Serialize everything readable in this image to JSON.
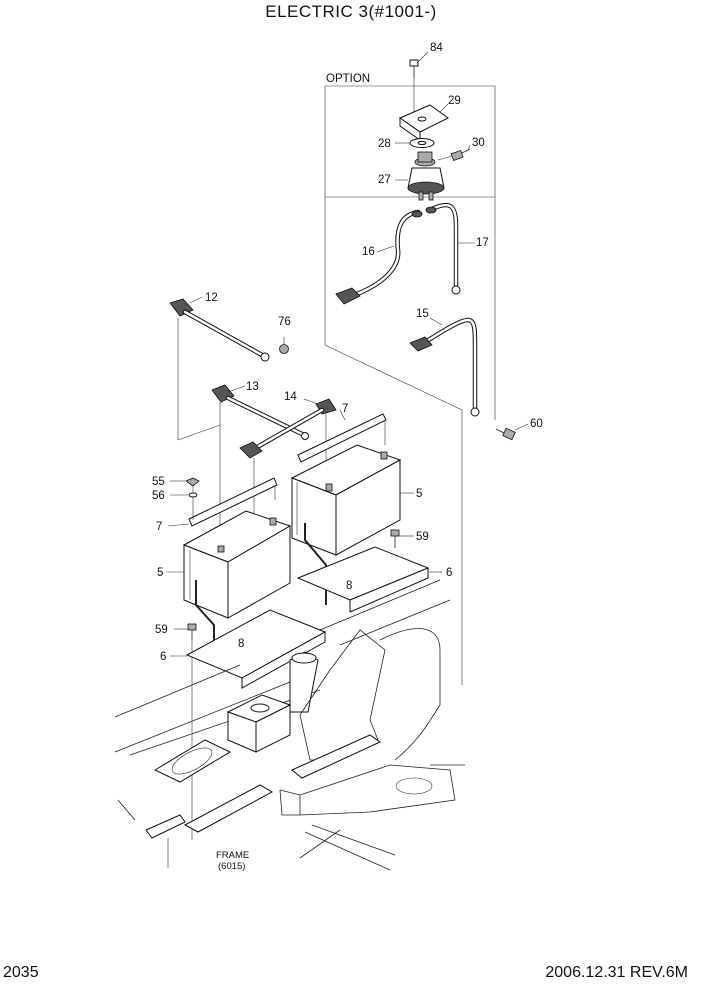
{
  "title": "ELECTRIC 3(#1001-)",
  "option_label": "OPTION",
  "frame_label": "FRAME",
  "frame_ref": "(6015)",
  "page_number": "2035",
  "revision": "2006.12.31 REV.6M",
  "callouts": {
    "p84": "84",
    "p29": "29",
    "p28": "28",
    "p30": "30",
    "p27": "27",
    "p16": "16",
    "p17": "17",
    "p15": "15",
    "p60": "60",
    "p12": "12",
    "p76": "76",
    "p13": "13",
    "p14": "14",
    "p7a": "7",
    "p7b": "7",
    "p55": "55",
    "p56": "56",
    "p5a": "5",
    "p5b": "5",
    "p59a": "59",
    "p59b": "59",
    "p6a": "6",
    "p6b": "6",
    "p8a": "8",
    "p8b": "8"
  }
}
